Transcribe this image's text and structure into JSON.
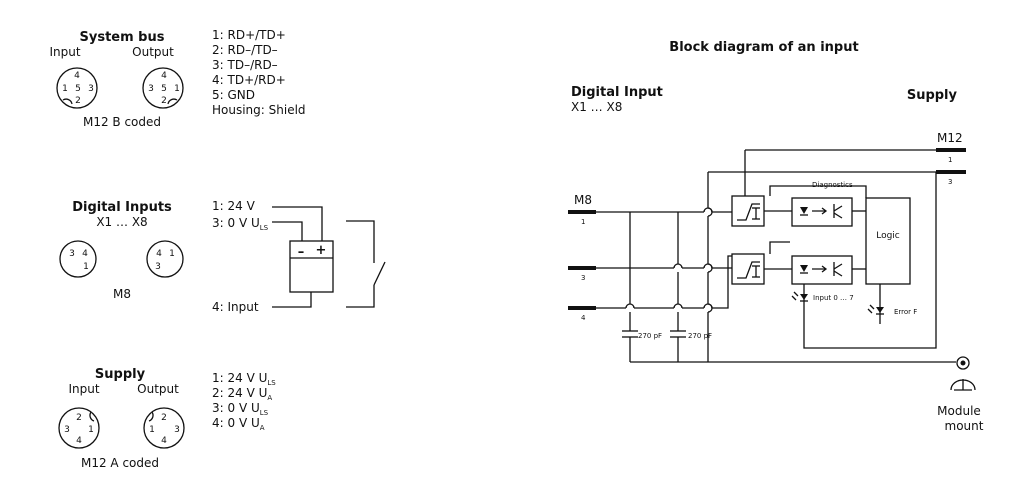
{
  "system_bus": {
    "title": "System bus",
    "input_label": "Input",
    "output_label": "Output",
    "input_pins": [
      "4",
      "1",
      "5",
      "3",
      "2"
    ],
    "output_pins": [
      "4",
      "3",
      "5",
      "1",
      "2"
    ],
    "connector_type": "M12 B coded",
    "pinout": [
      "1: RD+/TD+",
      "2: RD–/TD–",
      "3: TD–/RD–",
      "4: TD+/RD+",
      "5: GND",
      "Housing: Shield"
    ]
  },
  "digital_inputs": {
    "title": "Digital Inputs",
    "channels": "X1 … X8",
    "left_pins": [
      "3",
      "4",
      "1"
    ],
    "right_pins": [
      "4",
      "1",
      "3"
    ],
    "connector_type": "M8",
    "pin1": "1: 24 V",
    "pin3": "3: 0 V U",
    "pin3_sub": "LS",
    "pin4": "4: Input",
    "minus": "–",
    "plus": "+"
  },
  "supply": {
    "title": "Supply",
    "input_label": "Input",
    "output_label": "Output",
    "input_pins": [
      "2",
      "3",
      "1",
      "4"
    ],
    "output_pins": [
      "2",
      "1",
      "3",
      "4"
    ],
    "connector_type": "M12 A coded",
    "pinout": [
      {
        "text": "1: 24 V U",
        "sub": "LS"
      },
      {
        "text": "2: 24 V U",
        "sub": "A"
      },
      {
        "text": "3: 0 V U",
        "sub": "LS"
      },
      {
        "text": "4: 0 V U",
        "sub": "A"
      }
    ]
  },
  "block_diagram": {
    "title": "Block diagram of an input",
    "digital_input": "Digital Input",
    "channels": "X1 … X8",
    "supply": "Supply",
    "m12": "M12",
    "m12_pin1": "1",
    "m12_pin3": "3",
    "m8": "M8",
    "m8_pin1": "1",
    "m8_pin3": "3",
    "m8_pin4": "4",
    "diagnostics": "Diagnostics",
    "logic": "Logic",
    "input_led": "Input 0 … 7",
    "error_led": "Error F",
    "cap1": "270 pF",
    "cap2": "270 pF",
    "module_mount_1": "Module",
    "module_mount_2": "mount"
  }
}
